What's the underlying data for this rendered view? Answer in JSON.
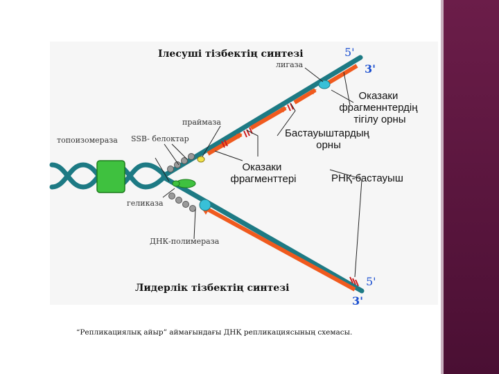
{
  "colors": {
    "strand": "#1d7a84",
    "new_strand": "#f05a1e",
    "primer": "#cc1b1b",
    "enzyme_blue": "#38c0d8",
    "topo_green": "#3fc13f",
    "primase_yellow": "#f2e24a",
    "ssb_gray": "#9a9a9a",
    "pointer": "#222222",
    "sidebar": "#5e1840"
  },
  "labels": {
    "lagging_title": "Ілесуші тізбектің синтезі",
    "ligase": "лигаза",
    "primase": "праймаза",
    "topoisomerase": "топоизомераза",
    "ssb": "SSB- белоктар",
    "okazaki_join": "Оказаки фрагменнтердің тігілу орны",
    "primer_sites": "Бастауыштардың орны",
    "okazaki_fragments": "Оказаки фрагменттері",
    "rna_primer": "РНҚ-бастауыш",
    "helicase": "геликаза",
    "dna_polymerase": "ДНК-полимераза",
    "leading_title": "Лидерлік тізбектің синтезі",
    "top_5": "5'",
    "top_3": "3'",
    "bottom_5": "5'",
    "bottom_3": "3'"
  },
  "caption": "“Репликациялық айыр” аймағындағы ДНҚ репликациясының схемасы."
}
